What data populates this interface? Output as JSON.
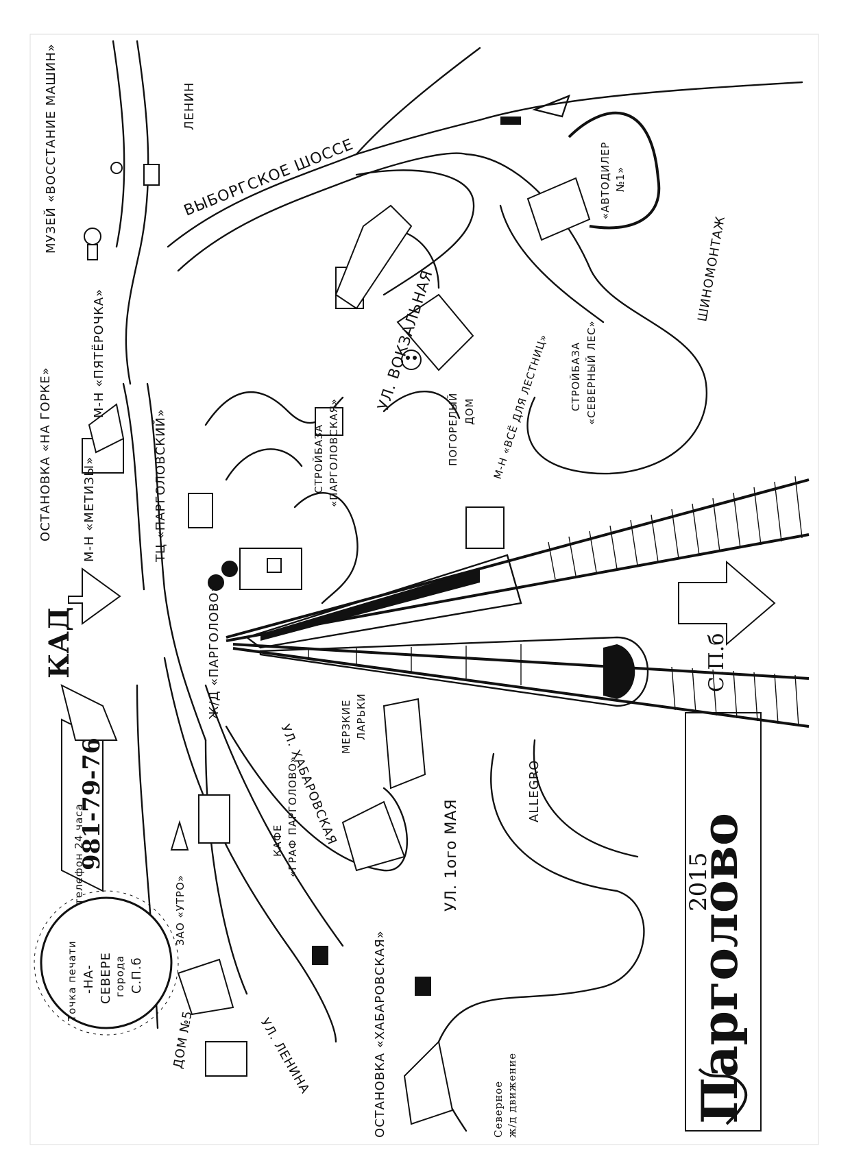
{
  "map": {
    "title": "Парголово",
    "year": "2015",
    "city_badge": "С.П.б",
    "compass_north_label": "С.П.б",
    "kad_label": "КАД",
    "shop_phone_label": "телефон 24 часа",
    "shop_phone": "981-79-76",
    "shop_badge": {
      "line1": "Точка печати",
      "line2": "-НА-",
      "line3": "СЕВЕРЕ",
      "line4": "города",
      "line5": "С.П.б"
    },
    "house_no_label": "ДОМ №5",
    "streets": [
      {
        "id": "vyborgskoe",
        "text": "ВЫБОРГСКОЕ ШОССЕ"
      },
      {
        "id": "vokzalnaya",
        "text": "УЛ. ВОКЗАЛЬНАЯ"
      },
      {
        "id": "khabarovskaya",
        "text": "УЛ. ХАБАРОВСКАЯ"
      },
      {
        "id": "pervogo-maya",
        "text": "УЛ. 1ого МАЯ"
      },
      {
        "id": "lenina",
        "text": "УЛ. ЛЕНИНА"
      }
    ],
    "places": [
      {
        "id": "muzei",
        "text": "МУЗЕЙ «ВОССТАНИЕ МАШИН»"
      },
      {
        "id": "lenin",
        "text": "ЛЕНИН"
      },
      {
        "id": "ostanovka-na-gorke",
        "text": "ОСТАНОВКА «НА ГОРКЕ»"
      },
      {
        "id": "pyaterochka",
        "text": "М-Н «ПЯТЁРОЧКА»"
      },
      {
        "id": "metizy",
        "text": "М-Н «МЕТИЗЫ»"
      },
      {
        "id": "tc-pargolovsky",
        "text": "ТЦ «ПАРГОЛОВСКИЙ»"
      },
      {
        "id": "zd-pargolovo",
        "text": "Ж/Д «ПАРГОЛОВО»"
      },
      {
        "id": "stroibaza-pargolovskaya-1",
        "text": "СТРОЙБАЗА"
      },
      {
        "id": "stroibaza-pargolovskaya-2",
        "text": "«ПАРГОЛОВСКАЯ»"
      },
      {
        "id": "pogorelyi-1",
        "text": "ПОГОРЕЛЫЙ"
      },
      {
        "id": "pogorelyi-2",
        "text": "ДОМ"
      },
      {
        "id": "vse-dlya-lestnits",
        "text": "М-Н «ВСЁ ДЛЯ ЛЕСТНИЦ»"
      },
      {
        "id": "stroibaza-severnyi-1",
        "text": "СТРОЙБАЗА"
      },
      {
        "id": "stroibaza-severnyi-2",
        "text": "«СЕВЕРНЫЙ ЛЕС»"
      },
      {
        "id": "avtodiler-1",
        "text": "«АВТОДИЛЕР"
      },
      {
        "id": "avtodiler-2",
        "text": "№1»"
      },
      {
        "id": "shinomontazh",
        "text": "ШИНОМОНТАЖ"
      },
      {
        "id": "merzkie-1",
        "text": "МЕРЗКИЕ"
      },
      {
        "id": "merzkie-2",
        "text": "ЛАРЬКИ"
      },
      {
        "id": "kafe-1",
        "text": "КАФЕ"
      },
      {
        "id": "kafe-2",
        "text": "«ГРАФ ПАРГОЛОВО»"
      },
      {
        "id": "zao-utro",
        "text": "ЗАО «УТРО»"
      },
      {
        "id": "ostanovka-khabarovskaya",
        "text": "ОСТАНОВКА «ХАБАРОВСКАЯ»"
      },
      {
        "id": "allegro",
        "text": "ALLEGRO"
      },
      {
        "id": "severnoe-1",
        "text": "Северное"
      },
      {
        "id": "severnoe-2",
        "text": "ж/д движение"
      }
    ]
  }
}
